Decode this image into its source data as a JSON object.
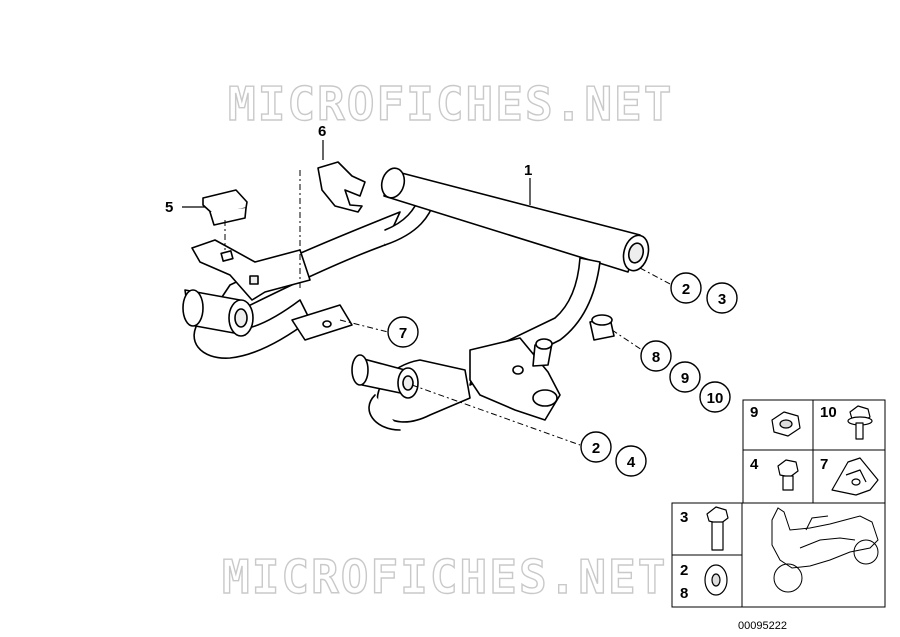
{
  "watermark": "MICROFICHES.NET",
  "callouts": {
    "c1": "1",
    "c2a": "2",
    "c3": "3",
    "c2b": "2",
    "c4": "4",
    "c5": "5",
    "c6": "6",
    "c7": "7",
    "c8": "8",
    "c9": "9",
    "c10": "10"
  },
  "legend": {
    "cell_9": "9",
    "cell_10": "10",
    "cell_4": "4",
    "cell_7": "7",
    "cell_3": "3",
    "cell_2": "2",
    "cell_8": "8"
  },
  "reference_number": "00095222"
}
